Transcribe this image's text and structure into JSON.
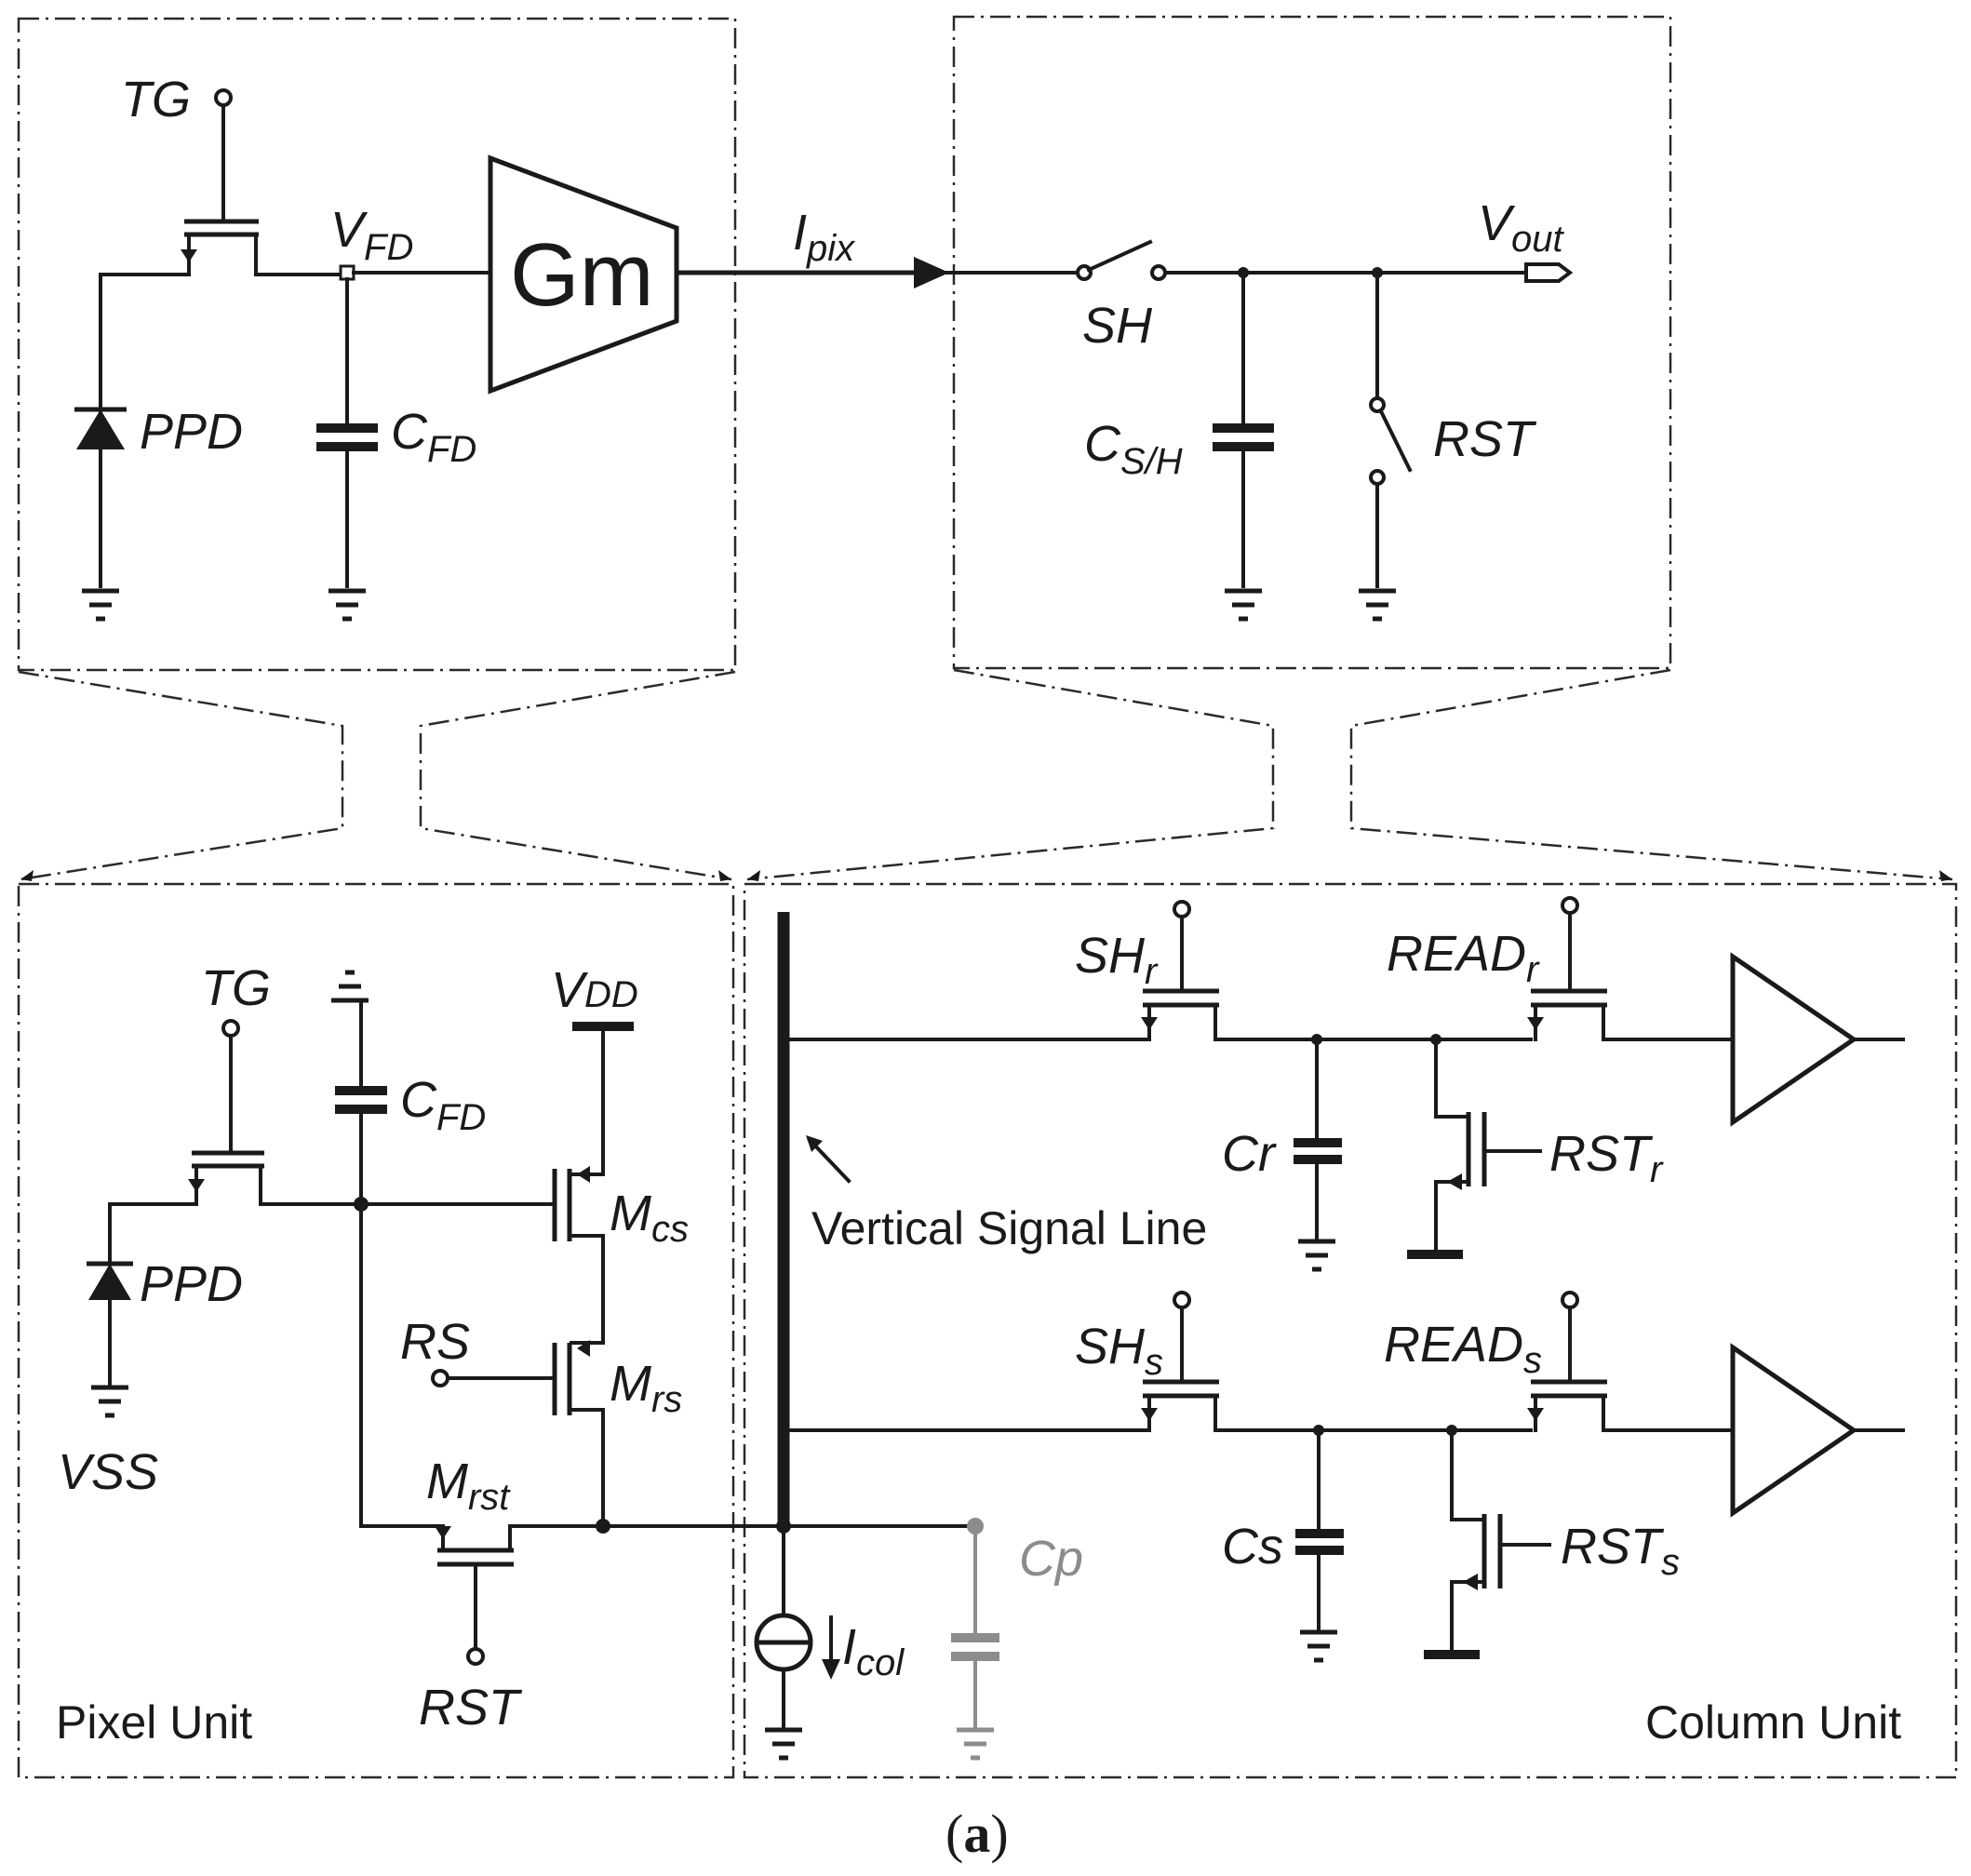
{
  "top_pixel": {
    "tg": "TG",
    "vfd": "V",
    "vfd_sub": "FD",
    "ppd": "PPD",
    "cfd": "C",
    "cfd_sub": "FD",
    "gm": "Gm"
  },
  "top_column": {
    "ipix": "I",
    "ipix_sub": "pix",
    "vout": "V",
    "vout_sub": "out",
    "sh": "SH",
    "csh": "C",
    "csh_sub": "S/H",
    "rst": "RST"
  },
  "pixel_unit": {
    "title": "Pixel Unit",
    "tg": "TG",
    "cfd": "C",
    "cfd_sub": "FD",
    "vdd": "V",
    "vdd_sub": "DD",
    "mcs": "M",
    "mcs_sub": "cs",
    "ppd": "PPD",
    "rs": "RS",
    "mrs": "M",
    "mrs_sub": "rs",
    "vss": "VSS",
    "mrst": "M",
    "mrst_sub": "rst",
    "rst": "RST"
  },
  "column_unit": {
    "title": "Column Unit",
    "vsl": "Vertical Signal Line",
    "shr": "SH",
    "shr_sub": "r",
    "readr": "READ",
    "readr_sub": "r",
    "cr": "Cr",
    "rstr": "RST",
    "rstr_sub": "r",
    "shs": "SH",
    "shs_sub": "s",
    "reads": "READ",
    "reads_sub": "s",
    "cs": "Cs",
    "rsts": "RST",
    "rsts_sub": "s",
    "cp": "Cp",
    "icol": "I",
    "icol_sub": "col"
  },
  "caption": {
    "open": "(",
    "letter": "a",
    "close": ")"
  }
}
